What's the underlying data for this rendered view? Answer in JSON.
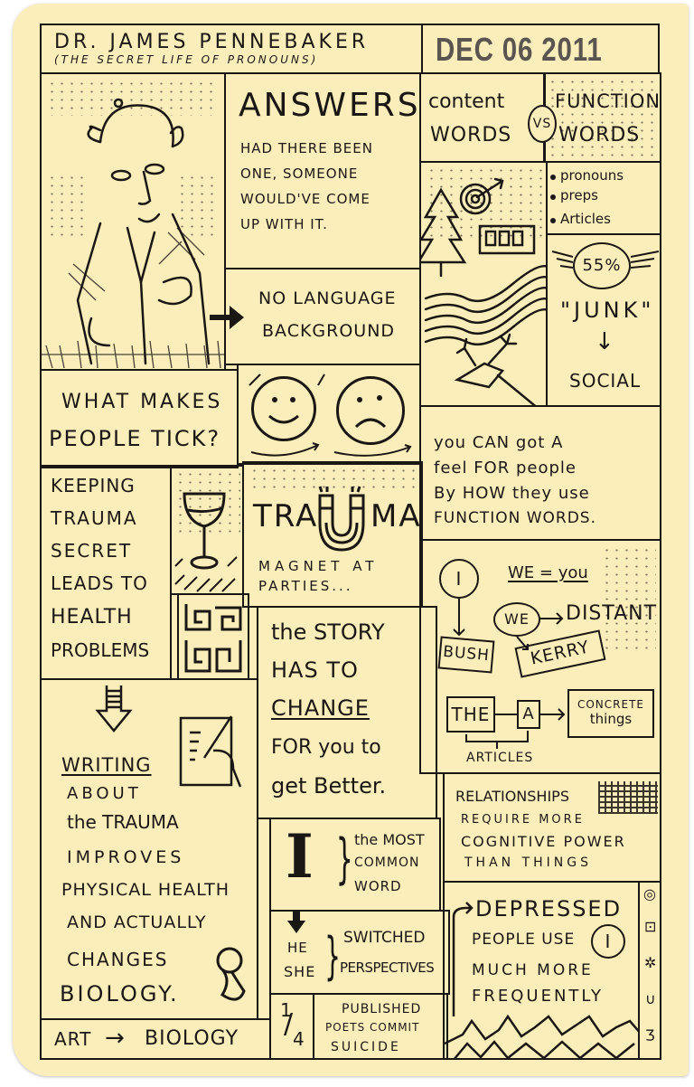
{
  "header": {
    "title": "DR. JAMES PENNEBAKER",
    "subtitle": "(THE SECRET LIFE OF PRONOUNS)",
    "date_stamp": "DEC 06 2011"
  },
  "panels": {
    "portrait": {
      "icon": "bald-man-portrait-icon"
    },
    "answers": {
      "heading": "ANSWERS:",
      "lines": [
        "HAD THERE BEEN",
        "ONE, SOMEONE",
        "WOULD'VE COME",
        "UP WITH IT."
      ]
    },
    "content_vs_function": {
      "left": [
        "content",
        "WORDS"
      ],
      "vs": "VS",
      "right": [
        "FUNCTION",
        "WORDS"
      ],
      "function_items": [
        "pronouns",
        "preps",
        "Articles"
      ]
    },
    "content_icons": {
      "icons": [
        "target-arrow-icon",
        "pine-tree-icon",
        "building-icon",
        "wavy-river-icon",
        "deer-antlers-icon"
      ]
    },
    "junk": {
      "percent": "55%",
      "label": "\"JUNK\"",
      "arrow": "↓",
      "result": "SOCiAL"
    },
    "no_language": {
      "lines": [
        "NO LANGUAGE",
        "BACKGROUND"
      ]
    },
    "what_makes": {
      "lines": [
        "WHAT MAKES",
        "PEOPLE TICK?"
      ]
    },
    "faces": {
      "happy": "☺",
      "sad": "☹"
    },
    "feel_for_people": {
      "lines": [
        "you CAN got A",
        "feel FOR people",
        "By HOW they use",
        "FUNCTION WORDS."
      ]
    },
    "keeping_trauma": {
      "lines": [
        "KEEPING",
        "TRAUMA",
        "SECRET",
        "LEADS TO",
        "HEALTH",
        "PROBLEMS"
      ]
    },
    "wine_glass": {
      "icon": "wine-glass-icon"
    },
    "spiral_pattern": {
      "icon": "greek-key-spiral-icon"
    },
    "trauma_magnet": {
      "word_left": "TRA",
      "word_right": "MA",
      "caption": [
        "MAGNET AT",
        "PARTIES..."
      ]
    },
    "pronoun_diagram": {
      "i_circle": "I",
      "we_equals": "WE = you",
      "we_circle": "WE",
      "distant": "DISTANT",
      "bush": "BUSH",
      "kerry": "KERRY",
      "the": "tHE",
      "a": "A",
      "concrete": [
        "CONCRETE",
        "things"
      ],
      "articles": "ARTICLES"
    },
    "story_change": {
      "lines": [
        "the STORY",
        "HAS TO",
        "CHANGE",
        "FOR you to",
        "get Better."
      ]
    },
    "writing": {
      "lines": [
        "WRITING",
        "ABOUT",
        "the TRAUMA",
        "IMPROVES",
        "PHYSICAL HEALTH",
        "AND ACTUALLY",
        "CHANGES",
        "BIOLOGY."
      ]
    },
    "most_common": {
      "glyph": "I",
      "lines": [
        "the MOST",
        "COMMON",
        "WORD"
      ]
    },
    "switched": {
      "pronouns": [
        "HE",
        "SHE"
      ],
      "lines": [
        "SWITCHED",
        "PERSPECTIVES"
      ]
    },
    "poets": {
      "fraction_num": "1",
      "fraction_den": "4",
      "lines": [
        "PUBLISHED",
        "POETS COMMIT",
        "SUICIDE"
      ]
    },
    "relationships": {
      "heading": "RELATIONSHIPS",
      "lines": [
        "REQUIRE MORE",
        "COGNITIVE POWER",
        "THAN THINGS"
      ]
    },
    "depressed": {
      "lines": [
        "DEPRESSED",
        "PEOPLE USE",
        "MUCH MORE",
        "FREQUENTLY"
      ],
      "i_circle": "I"
    },
    "art_biology": {
      "left": "ART",
      "arrow": "→",
      "right": "BIOLOGY"
    }
  },
  "colors": {
    "paper": "#fbeebb",
    "ink": "#1a1714",
    "stamp": "#5a5550"
  }
}
